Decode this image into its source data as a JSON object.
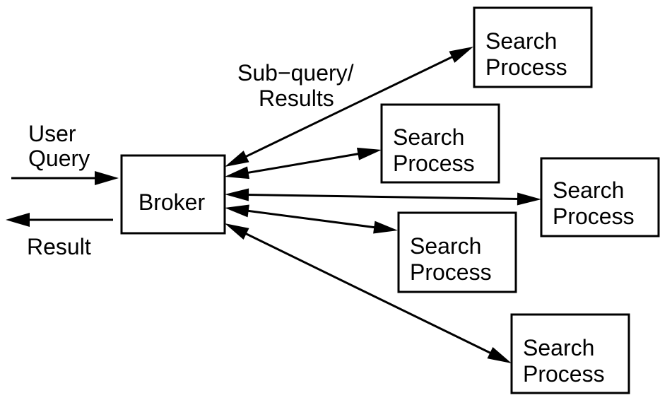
{
  "broker": {
    "label": "Broker"
  },
  "input": {
    "line1": "User",
    "line2": "Query"
  },
  "output": {
    "label": "Result"
  },
  "edge_label": {
    "line1": "Sub−query/",
    "line2": "Results"
  },
  "processes": [
    {
      "line1": "Search",
      "line2": "Process"
    },
    {
      "line1": "Search",
      "line2": "Process"
    },
    {
      "line1": "Search",
      "line2": "Process"
    },
    {
      "line1": "Search",
      "line2": "Process"
    },
    {
      "line1": "Search",
      "line2": "Process"
    }
  ]
}
